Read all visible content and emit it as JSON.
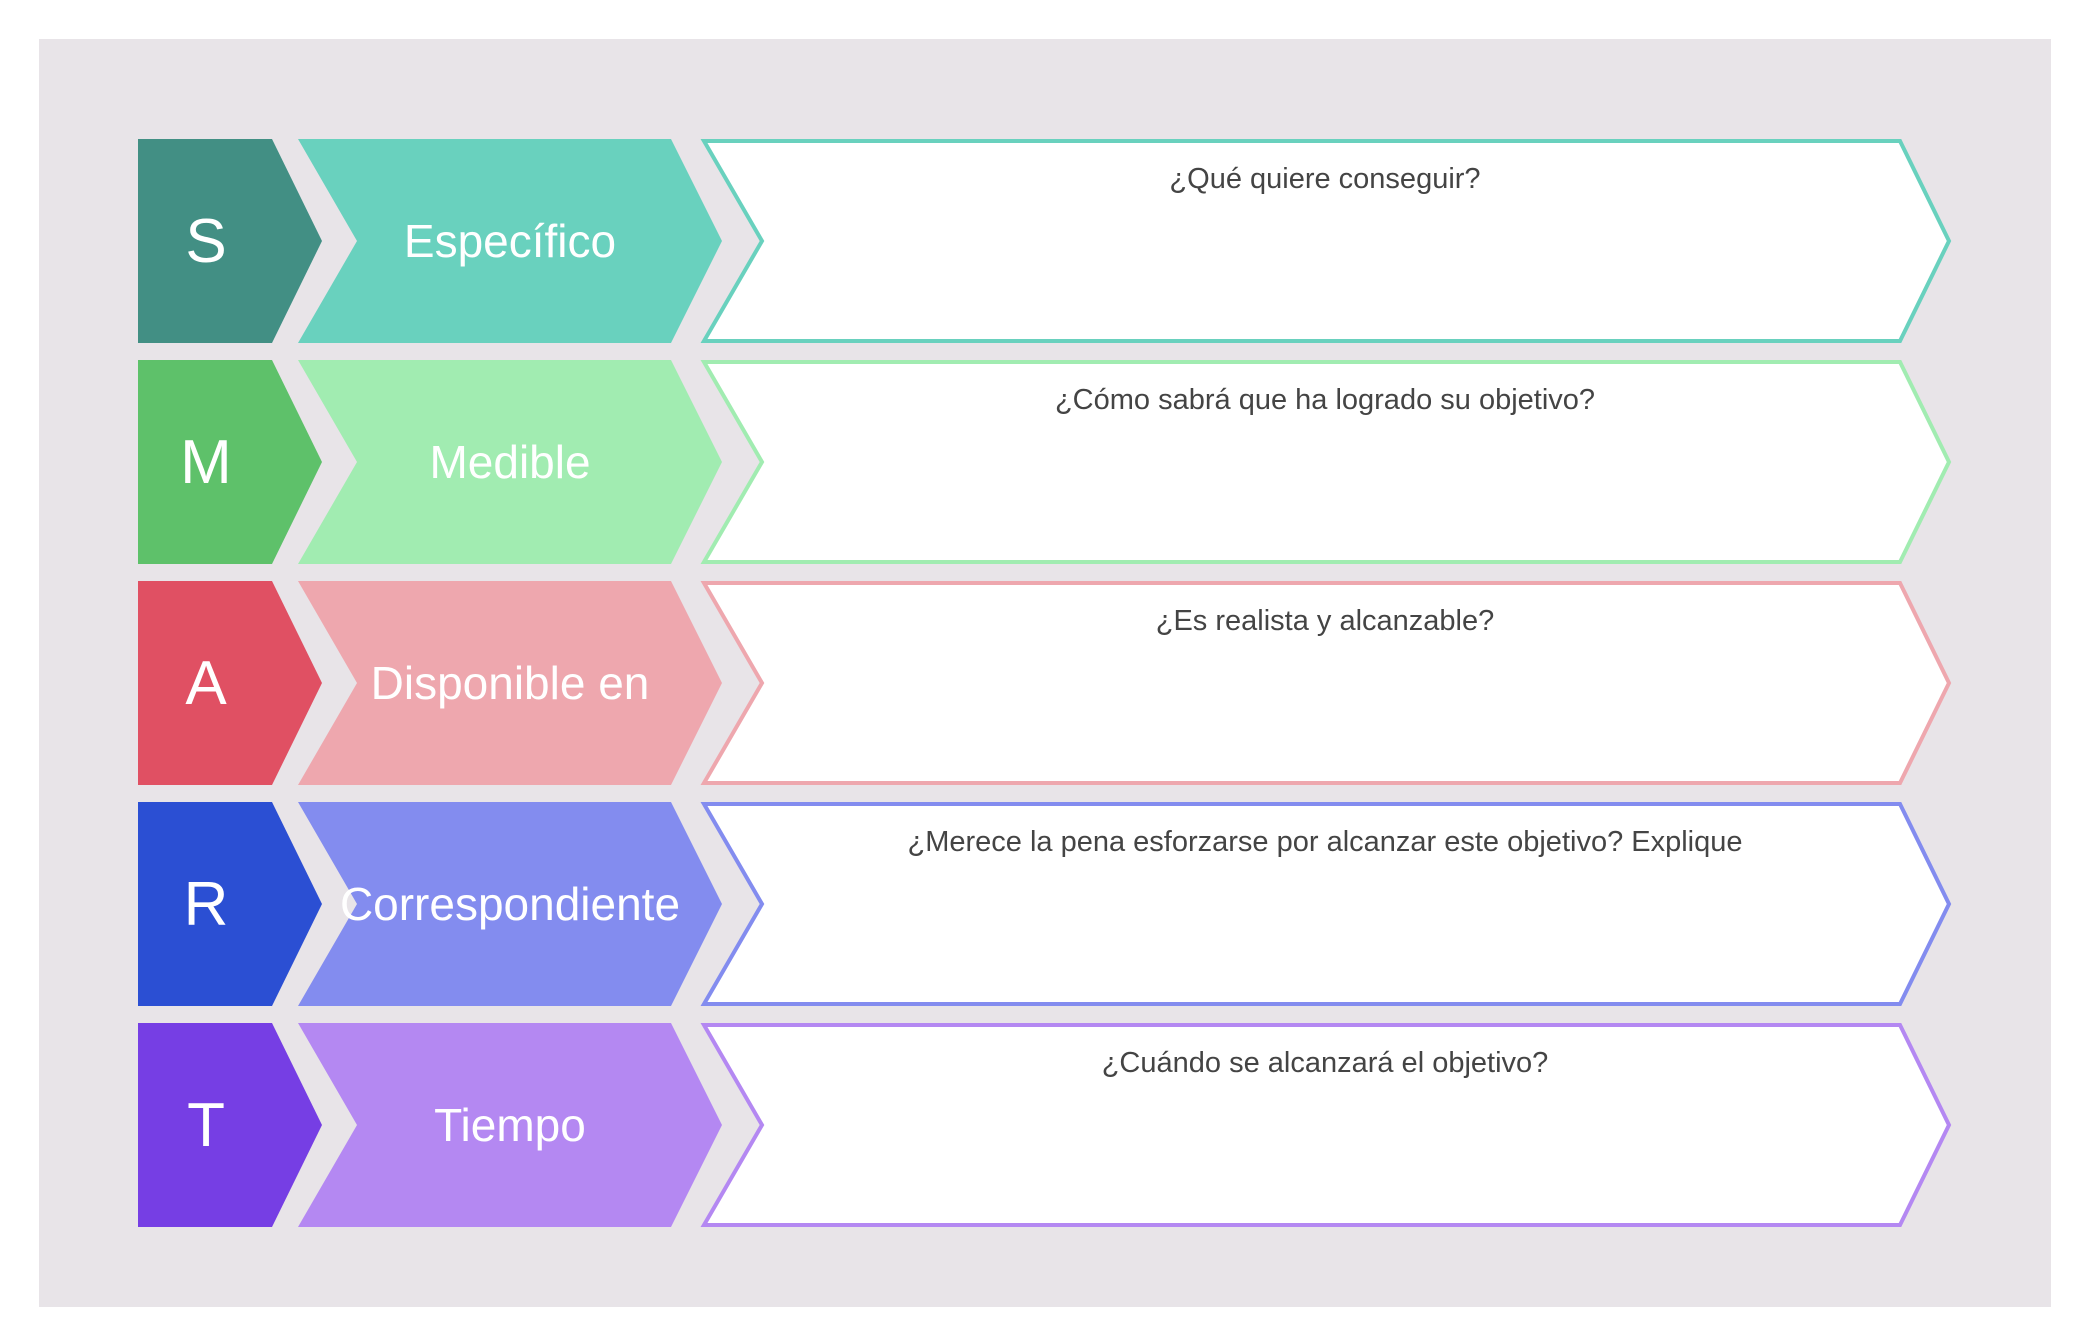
{
  "title": "SMART",
  "rows": [
    {
      "letter": "S",
      "label": "Específico",
      "question": "¿Qué quiere conseguir?",
      "dark": "#428f84",
      "light": "#69d1be"
    },
    {
      "letter": "M",
      "label": "Medible",
      "question": "¿Cómo sabrá que ha logrado su objetivo?",
      "dark": "#5ec16a",
      "light": "#a1ecb1"
    },
    {
      "letter": "A",
      "label": "Disponible en",
      "question": "¿Es realista y alcanzable?",
      "dark": "#e05063",
      "light": "#eea7ae"
    },
    {
      "letter": "R",
      "label": "Correspondiente",
      "question": "¿Merece la pena esforzarse por alcanzar este objetivo? Explique",
      "dark": "#2b4fd3",
      "light": "#838cef"
    },
    {
      "letter": "T",
      "label": "Tiempo",
      "question": "¿Cuándo se alcanzará el objetivo?",
      "dark": "#763ee4",
      "light": "#b488f2"
    }
  ]
}
